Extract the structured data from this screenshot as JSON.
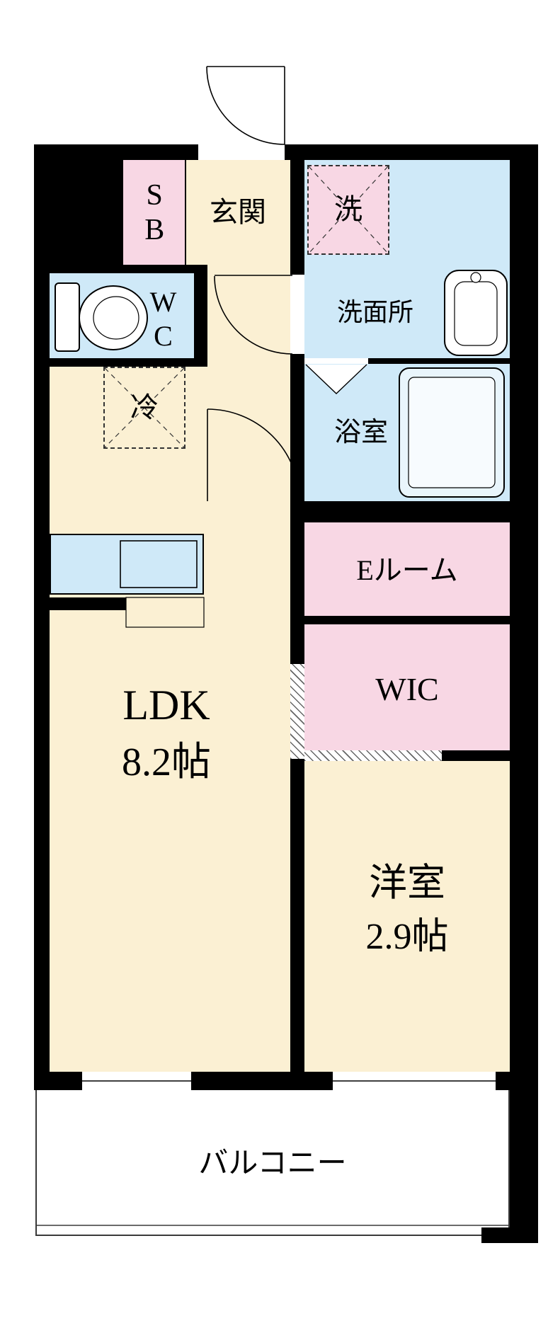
{
  "floorplan": {
    "colors": {
      "room_cream": "#fbf0d3",
      "room_pink": "#f8d7e4",
      "room_blue": "#cfe9f8",
      "wall": "#000000"
    },
    "rooms": {
      "shoe_box": {
        "label": "SB"
      },
      "entrance": {
        "label": "玄関"
      },
      "washer": {
        "label": "洗"
      },
      "washroom": {
        "label": "洗面所"
      },
      "toilet": {
        "label": "WC"
      },
      "refrigerator": {
        "label": "冷"
      },
      "bathroom": {
        "label": "浴室"
      },
      "e_room": {
        "label": "Eルーム"
      },
      "wic": {
        "label": "WIC"
      },
      "ldk": {
        "label": "LDK",
        "size": "8.2帖"
      },
      "western_room": {
        "label": "洋室",
        "size": "2.9帖"
      },
      "balcony": {
        "label": "バルコニー"
      }
    },
    "icons": {
      "door_swing": "quarter-arc",
      "folding_door": "triangle",
      "sliding_door": "hatched-strip",
      "toilet": "tank-and-bowl",
      "sink": "rounded-basin",
      "bathtub": "rounded-tub",
      "washer_place": "dashed-x-box",
      "fridge_place": "dashed-x-box",
      "window": "line-in-wall"
    }
  }
}
